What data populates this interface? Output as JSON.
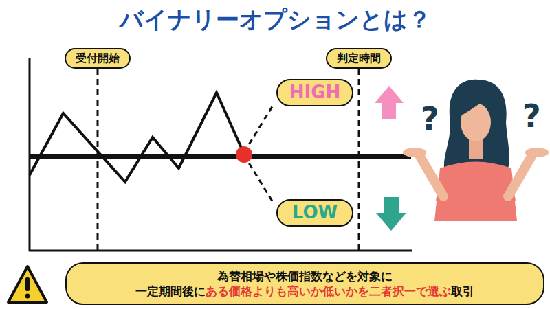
{
  "diagram": {
    "title": "バイナリーオプションとは？",
    "nodes": [
      {
        "text": [
          "受付開始"
        ]
      },
      {
        "text": [
          "判定時間"
        ]
      },
      {
        "text": [
          "HIGH"
        ]
      },
      {
        "text": [
          "LOW"
        ]
      },
      {
        "text": [
          "為替相場や株価指数などを対象に",
          "一定期間後に",
          "ある価格よりも高いか低いかを二者択一で選ぶ",
          "取引"
        ]
      }
    ],
    "labels": [
      "?",
      "?"
    ]
  }
}
